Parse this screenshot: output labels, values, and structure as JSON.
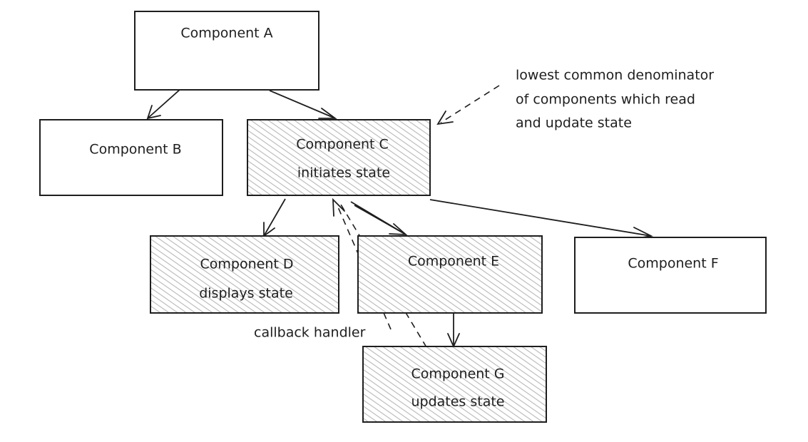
{
  "nodes": {
    "a": {
      "lines": [
        "Component A"
      ],
      "shaded": false
    },
    "b": {
      "lines": [
        "Component B"
      ],
      "shaded": false
    },
    "c": {
      "lines": [
        "Component C",
        "initiates state"
      ],
      "shaded": true
    },
    "d": {
      "lines": [
        "Component D",
        "displays state"
      ],
      "shaded": true
    },
    "e": {
      "lines": [
        "Component E"
      ],
      "shaded": true
    },
    "f": {
      "lines": [
        "Component F"
      ],
      "shaded": false
    },
    "g": {
      "lines": [
        "Component G",
        "updates state"
      ],
      "shaded": true
    }
  },
  "edges": [
    {
      "from": "a",
      "to": "b",
      "style": "solid"
    },
    {
      "from": "a",
      "to": "c",
      "style": "solid"
    },
    {
      "from": "c",
      "to": "d",
      "style": "solid"
    },
    {
      "from": "c",
      "to": "e",
      "style": "solid"
    },
    {
      "from": "c",
      "to": "f",
      "style": "solid"
    },
    {
      "from": "e",
      "to": "g",
      "style": "solid"
    },
    {
      "from": "g",
      "to": "c",
      "style": "dashed",
      "label": "callback handler"
    },
    {
      "from": "note",
      "to": "c",
      "style": "dashed"
    }
  ],
  "annotations": {
    "note_lines": [
      "lowest common denominator",
      "of components which read",
      "and update state"
    ],
    "callback_label": "callback handler"
  },
  "colors": {
    "stroke": "#1e1e1e",
    "hatch": "#b8b8b8",
    "background": "#ffffff"
  }
}
